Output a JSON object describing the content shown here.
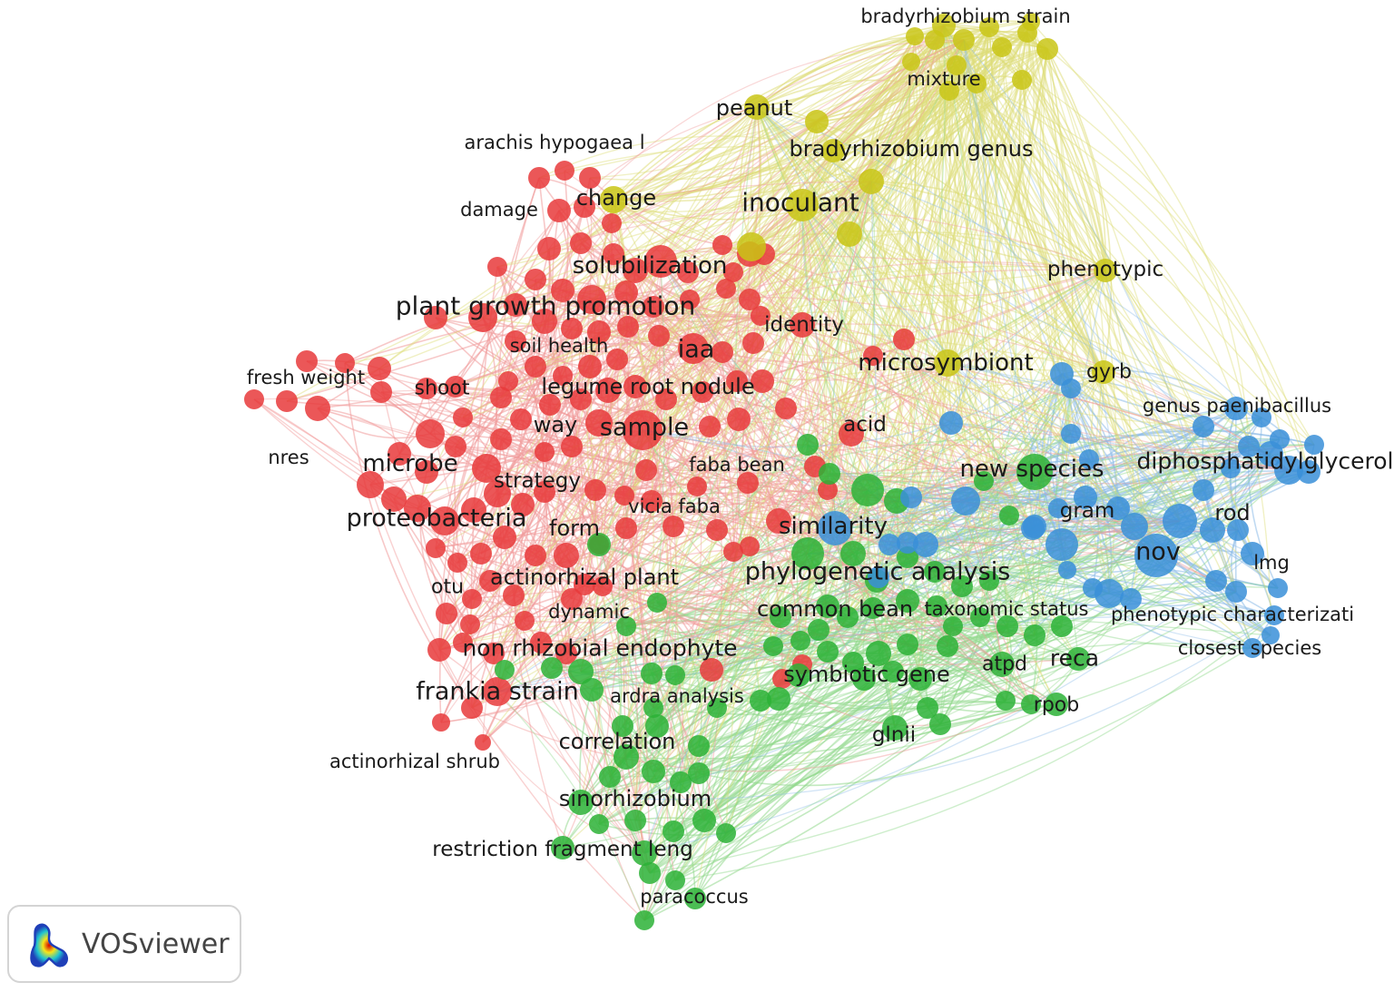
{
  "app": {
    "brand": "VOSviewer"
  },
  "colors": {
    "red": "#e8393b",
    "yellow": "#c9c616",
    "green": "#2bb236",
    "blue": "#3a8fd8",
    "link_red": "#f19a9a",
    "link_yellow": "#dedd7a",
    "link_green": "#93d98e",
    "link_blue": "#8cbbe8"
  },
  "clusters": [
    {
      "id": "red",
      "color": "#e8393b"
    },
    {
      "id": "yellow",
      "color": "#c9c616"
    },
    {
      "id": "green",
      "color": "#2bb236"
    },
    {
      "id": "blue",
      "color": "#3a8fd8"
    }
  ],
  "labels": [
    {
      "text": "bradyrhizobium strain",
      "cluster": "yellow"
    },
    {
      "text": "mixture",
      "cluster": "yellow"
    },
    {
      "text": "peanut",
      "cluster": "yellow"
    },
    {
      "text": "bradyrhizobium genus",
      "cluster": "yellow"
    },
    {
      "text": "change",
      "cluster": "yellow"
    },
    {
      "text": "inoculant",
      "cluster": "yellow"
    },
    {
      "text": "phenotypic",
      "cluster": "yellow"
    },
    {
      "text": "microsymbiont",
      "cluster": "yellow"
    },
    {
      "text": "gyrb",
      "cluster": "yellow"
    },
    {
      "text": "arachis hypogaea l",
      "cluster": "red"
    },
    {
      "text": "damage",
      "cluster": "red"
    },
    {
      "text": "solubilization",
      "cluster": "red"
    },
    {
      "text": "plant growth promotion",
      "cluster": "red"
    },
    {
      "text": "iaa",
      "cluster": "red"
    },
    {
      "text": "identity",
      "cluster": "red"
    },
    {
      "text": "soil health",
      "cluster": "red"
    },
    {
      "text": "fresh weight",
      "cluster": "red"
    },
    {
      "text": "shoot",
      "cluster": "red"
    },
    {
      "text": "legume root nodule",
      "cluster": "red"
    },
    {
      "text": "acid",
      "cluster": "red"
    },
    {
      "text": "way",
      "cluster": "red"
    },
    {
      "text": "sample",
      "cluster": "red"
    },
    {
      "text": "nres",
      "cluster": "red"
    },
    {
      "text": "microbe",
      "cluster": "red"
    },
    {
      "text": "strategy",
      "cluster": "red"
    },
    {
      "text": "faba bean",
      "cluster": "red"
    },
    {
      "text": "vicia faba",
      "cluster": "red"
    },
    {
      "text": "proteobacteria",
      "cluster": "red"
    },
    {
      "text": "form",
      "cluster": "red"
    },
    {
      "text": "otu",
      "cluster": "red"
    },
    {
      "text": "actinorhizal plant",
      "cluster": "red"
    },
    {
      "text": "non rhizobial endophyte",
      "cluster": "red"
    },
    {
      "text": "frankia strain",
      "cluster": "red"
    },
    {
      "text": "actinorhizal shrub",
      "cluster": "red"
    },
    {
      "text": "similarity",
      "cluster": "blue"
    },
    {
      "text": "new species",
      "cluster": "green"
    },
    {
      "text": "genus paenibacillus",
      "cluster": "blue"
    },
    {
      "text": "diphosphatidylglycerol",
      "cluster": "blue"
    },
    {
      "text": "gram",
      "cluster": "blue"
    },
    {
      "text": "rod",
      "cluster": "blue"
    },
    {
      "text": "nov",
      "cluster": "blue"
    },
    {
      "text": "lmg",
      "cluster": "blue"
    },
    {
      "text": "phenotypic characterizati",
      "cluster": "blue"
    },
    {
      "text": "closest species",
      "cluster": "blue"
    },
    {
      "text": "phylogenetic analysis",
      "cluster": "green"
    },
    {
      "text": "dynamic",
      "cluster": "green"
    },
    {
      "text": "common bean",
      "cluster": "green"
    },
    {
      "text": "taxonomic status",
      "cluster": "green"
    },
    {
      "text": "reca",
      "cluster": "green"
    },
    {
      "text": "atpd",
      "cluster": "green"
    },
    {
      "text": "symbiotic gene",
      "cluster": "green"
    },
    {
      "text": "ardra analysis",
      "cluster": "green"
    },
    {
      "text": "rpob",
      "cluster": "green"
    },
    {
      "text": "glnii",
      "cluster": "green"
    },
    {
      "text": "correlation",
      "cluster": "green"
    },
    {
      "text": "sinorhizobium",
      "cluster": "green"
    },
    {
      "text": "restriction fragment leng",
      "cluster": "green"
    },
    {
      "text": "paracoccus",
      "cluster": "green"
    }
  ]
}
